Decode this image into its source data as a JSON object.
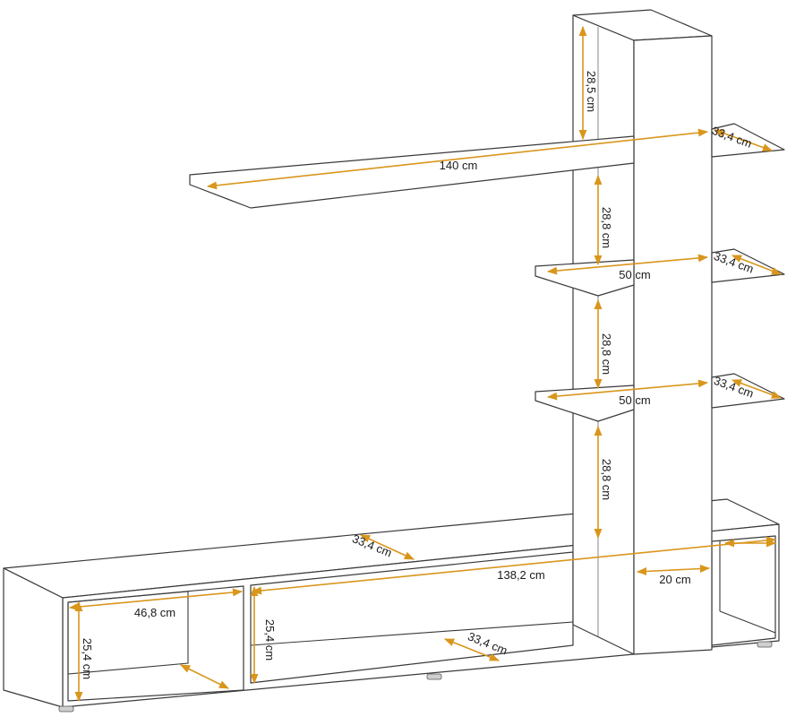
{
  "accent_color": "#d9961c",
  "dimensions": {
    "tower_top_gap": "28,5 cm",
    "top_shelf_width": "140 cm",
    "top_shelf_depth": "33,4 cm",
    "tower_gap_1": "28,8 cm",
    "mid_shelf_1_width": "50 cm",
    "mid_shelf_1_depth": "33,4 cm",
    "tower_gap_2": "28,8 cm",
    "mid_shelf_2_width": "50 cm",
    "mid_shelf_2_depth": "33,4 cm",
    "tower_gap_3": "28,8 cm",
    "base_top_depth": "33,4 cm",
    "base_width": "138,2 cm",
    "tower_width": "20 cm",
    "left_comp_width": "46,8 cm",
    "left_comp_height": "25,4 cm",
    "mid_comp_height": "25,4 cm",
    "mid_comp_depth": "33,4 cm"
  }
}
